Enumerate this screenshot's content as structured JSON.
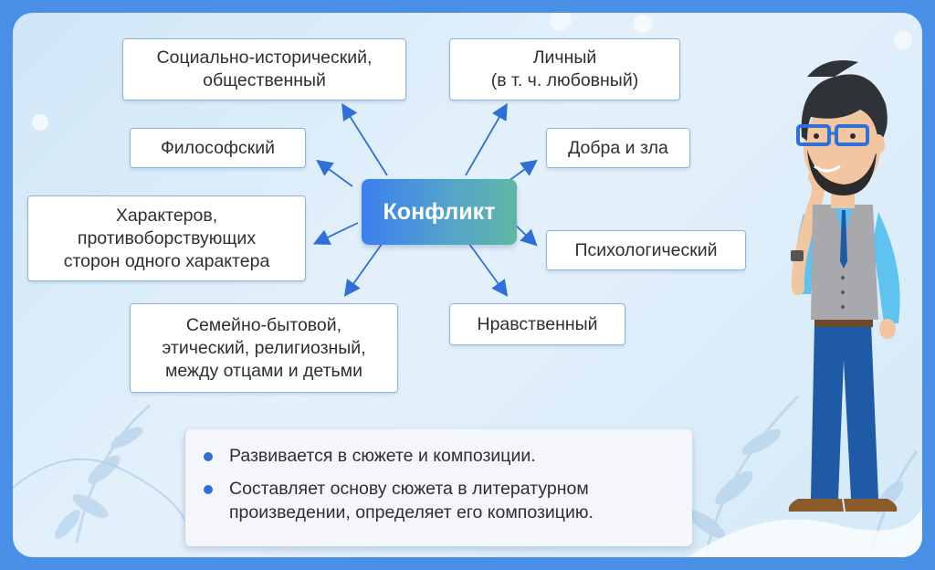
{
  "center": {
    "label": "Конфликт"
  },
  "nodes": [
    {
      "id": "social",
      "text": "Социально-исторический,\nобщественный"
    },
    {
      "id": "personal",
      "text": "Личный\n(в т. ч. любовный)"
    },
    {
      "id": "philosophical",
      "text": "Философский"
    },
    {
      "id": "good-evil",
      "text": "Добра и зла"
    },
    {
      "id": "characters",
      "text": "Характеров,\nпротивоборствующих\nсторон одного характера"
    },
    {
      "id": "psychological",
      "text": "Психологический"
    },
    {
      "id": "family",
      "text": "Семейно-бытовой,\nэтический, религиозный,\nмежду отцами и детьми"
    },
    {
      "id": "moral",
      "text": "Нравственный"
    }
  ],
  "info": {
    "bullets": [
      "Развивается в сюжете и композиции.",
      "Составляет основу сюжета в литературном\nпроизведении, определяет его композицию."
    ]
  },
  "colors": {
    "frame": "#4a8fe6",
    "arrow": "#2f6fd8",
    "bullet": "#2f6fd8"
  }
}
